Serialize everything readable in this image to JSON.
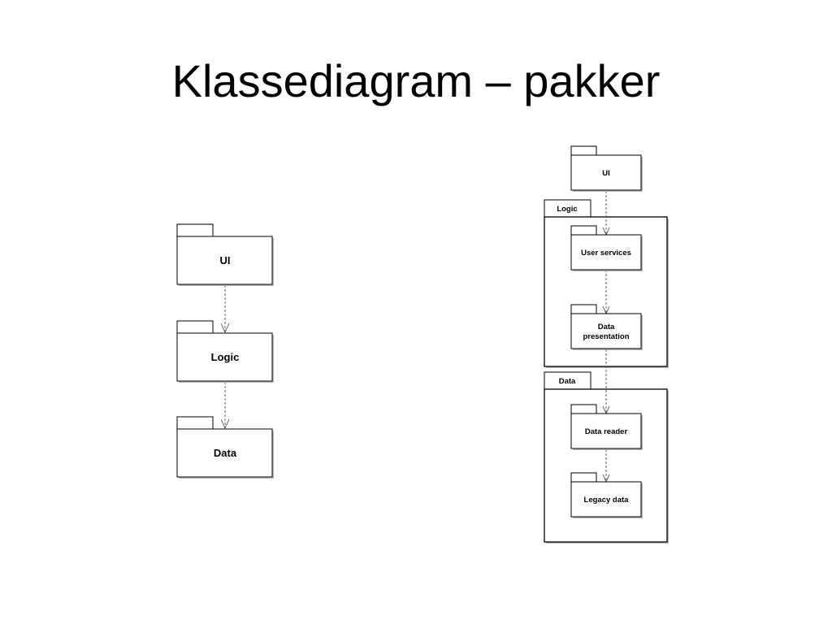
{
  "slide": {
    "title": "Klassediagram – pakker"
  },
  "simple_diagram": {
    "packages": [
      {
        "label": "UI"
      },
      {
        "label": "Logic"
      },
      {
        "label": "Data"
      }
    ]
  },
  "detailed_diagram": {
    "top_package": {
      "label": "UI"
    },
    "groups": [
      {
        "label": "Logic",
        "packages": [
          {
            "label_lines": [
              "User services"
            ]
          },
          {
            "label_lines": [
              "Data",
              "presentation"
            ]
          }
        ]
      },
      {
        "label": "Data",
        "packages": [
          {
            "label_lines": [
              "Data reader"
            ]
          },
          {
            "label_lines": [
              "Legacy data"
            ]
          }
        ]
      }
    ]
  },
  "colors": {
    "stroke": "#000000",
    "dependency_line": "#555555",
    "background": "#ffffff"
  }
}
